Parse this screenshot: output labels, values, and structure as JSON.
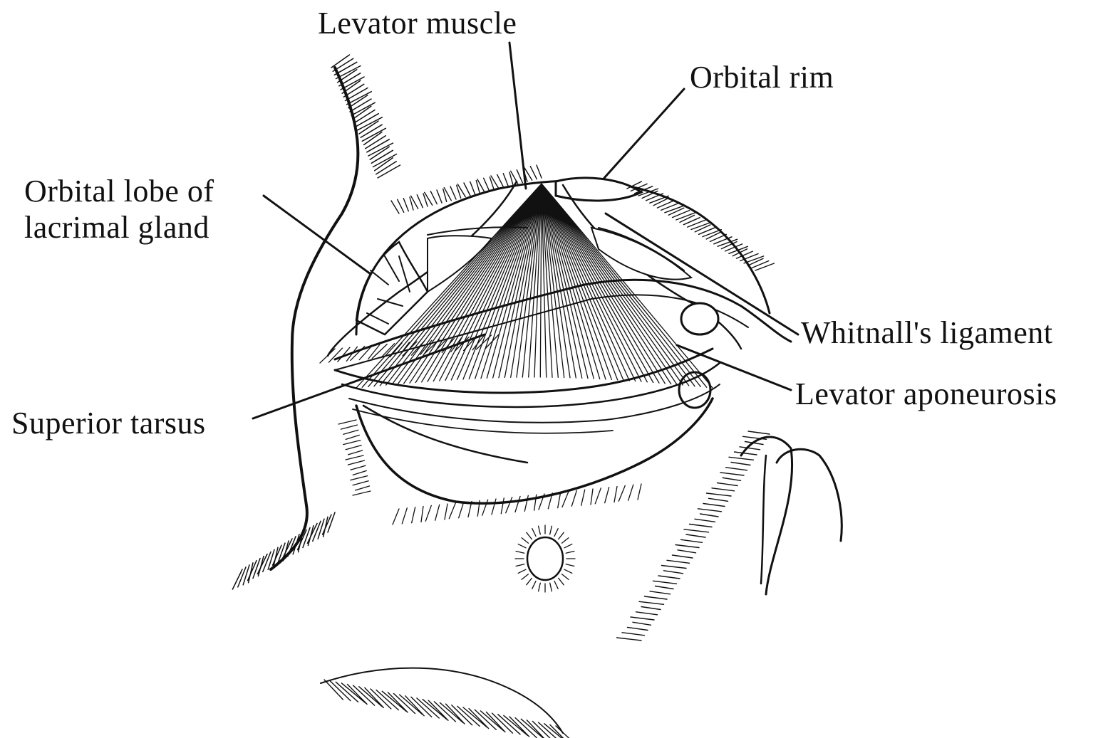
{
  "labels": {
    "levator_muscle": "Levator muscle",
    "orbital_rim": "Orbital rim",
    "orbital_lobe_line1": "Orbital lobe of",
    "orbital_lobe_line2": "lacrimal gland",
    "whitnalls_ligament": "Whitnall's ligament",
    "levator_aponeurosis": "Levator aponeurosis",
    "superior_tarsus": "Superior tarsus"
  },
  "colors": {
    "ink": "#111111",
    "background": "#ffffff"
  }
}
